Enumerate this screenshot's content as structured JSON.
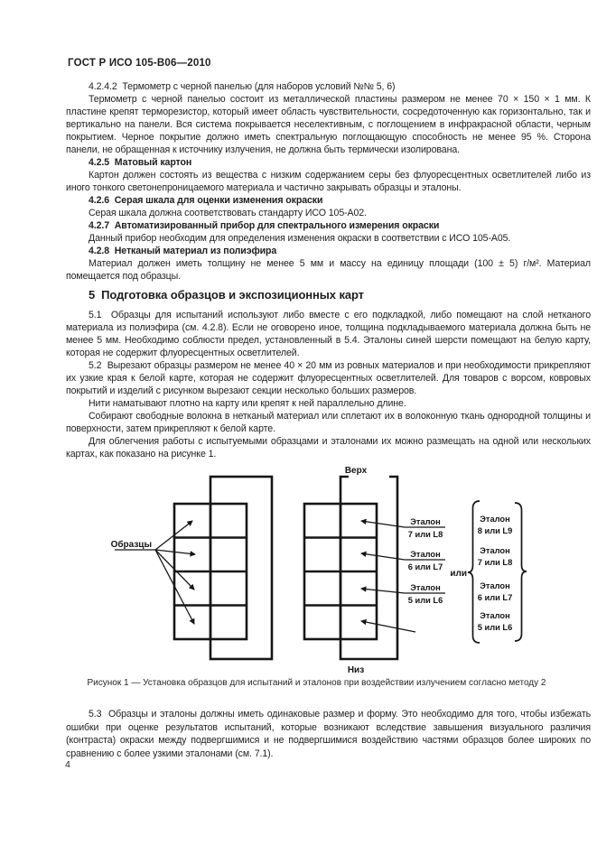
{
  "header": {
    "title": "ГОСТ Р ИСО 105-В06—2010"
  },
  "body": {
    "h4242": "4.2.4.2  Термометр с черной панелью (для наборов условий №№ 5, 6)",
    "p4242": "Термометр с черной панелью состоит из металлической пластины размером не менее 70 × 150 × 1 мм. К пластине крепят терморезистор, который имеет область чувствительности, сосредоточенную как горизонтально, так и вертикально на панели. Вся система покрывается неселективным, с поглощением в инфракрасной области, черным покрытием. Черное покрытие должно иметь спектральную поглощающую способность не менее 95 %. Сторона панели, не обращенная к источнику излучения, не должна быть термически изолирована.",
    "h425": "4.2.5  Матовый картон",
    "p425": "Картон должен состоять из вещества с низким содержанием серы без флуоресцентных осветлителей либо из иного тонкого светонепроницаемого материала и частично закрывать образцы и эталоны.",
    "h426": "4.2.6  Серая шкала для оценки изменения окраски",
    "p426": "Серая шкала должна соответствовать стандарту ИСО 105-А02.",
    "h427": "4.2.7  Автоматизированный прибор для спектрального измерения окраски",
    "p427": "Данный прибор необходим для определения изменения окраски в соответствии с ИСО 105-А05.",
    "h428": "4.2.8  Нетканый материал из полиэфира",
    "p428": "Материал должен иметь толщину не менее 5 мм и массу на единицу площади (100 ± 5) г/м². Материал помещается под образцы.",
    "h5": "5  Подготовка образцов и экспозиционных карт",
    "p51": "5.1  Образцы для испытаний используют либо вместе с его подкладкой, либо помещают на слой нетканого материала из полиэфира (см. 4.2.8). Если не оговорено иное, толщина подкладываемого материала должна быть не менее 5 мм. Необходимо соблюсти предел, установленный в 5.4. Эталоны синей шерсти помещают на белую карту, которая не содержит флуоресцентных осветлителей.",
    "p52": "5.2  Вырезают образцы размером не менее 40 × 20 мм из ровных материалов и при необходимости прикрепляют их узкие края к белой карте, которая не содержит флуоресцентных осветлителей. Для товаров с ворсом, ковровых покрытий и изделий с рисунком вырезают секции несколько больших размеров.",
    "p_threads": "Нити наматывают плотно на карту или крепят к ней параллельно длине.",
    "p_fibres": "Собирают свободные волокна в нетканый материал или сплетают их в волоконную ткань однородной толщины и поверхности, затем прикрепляют к белой карте.",
    "p_cards": "Для облегчения работы с испытуемыми образцами и эталонами их можно размещать на одной или нескольких картах, как показано на рисунке 1.",
    "p53": "5.3  Образцы и эталоны должны иметь одинаковые размер и форму. Это необходимо для того, чтобы избежать ошибки при оценке результатов испытаний, которые возникают вследствие завышения визуального различия (контраста) окраски между подвергшимися и не подвергшимися воздействию частями образцов более широких по сравнению с более узкими эталонами (см. 7.1)."
  },
  "figure": {
    "caption": "Рисунок 1 — Установка образцов для испытаний и эталонов при воздействии излучением согласно методу 2",
    "top_label": "Верх",
    "bottom_label": "Низ",
    "samples_label": "Образцы",
    "or_label": "или",
    "arrow_labels": [
      {
        "line1": "Эталон",
        "line2": "7 или L8"
      },
      {
        "line1": "Эталон",
        "line2": "6 или L7"
      },
      {
        "line1": "Эталон",
        "line2": "5 или L6"
      }
    ],
    "brace_labels": [
      {
        "line1": "Эталон",
        "line2": "8 или L9"
      },
      {
        "line1": "Эталон",
        "line2": "7 или L8"
      },
      {
        "line1": "Эталон",
        "line2": "6 или L7"
      },
      {
        "line1": "Эталон",
        "line2": "5 или L6"
      }
    ]
  },
  "footer": {
    "page_number": "4"
  },
  "colors": {
    "ink": "#1e1e1e",
    "paper": "#ffffff"
  }
}
